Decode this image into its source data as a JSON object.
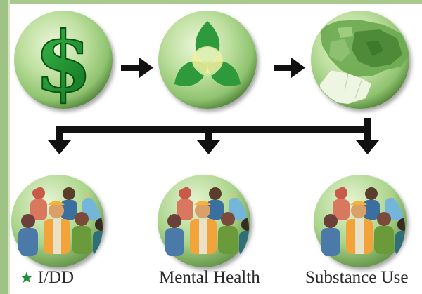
{
  "top_row": {
    "icons": [
      "dollar-icon",
      "trefoil-leaf-icon",
      "region-map-icon"
    ]
  },
  "people_circles": [
    "workers-group-icon",
    "workers-group-icon",
    "workers-group-icon"
  ],
  "labels": {
    "idd": "I/DD",
    "mental_health": "Mental Health",
    "substance_use": "Substance Use"
  },
  "colors": {
    "frame_green": "#9fc384",
    "circle_green": "#9cc97e",
    "leaf_dark": "#2e9a3b",
    "arrow": "#111111",
    "star": "#1f8f3a"
  }
}
